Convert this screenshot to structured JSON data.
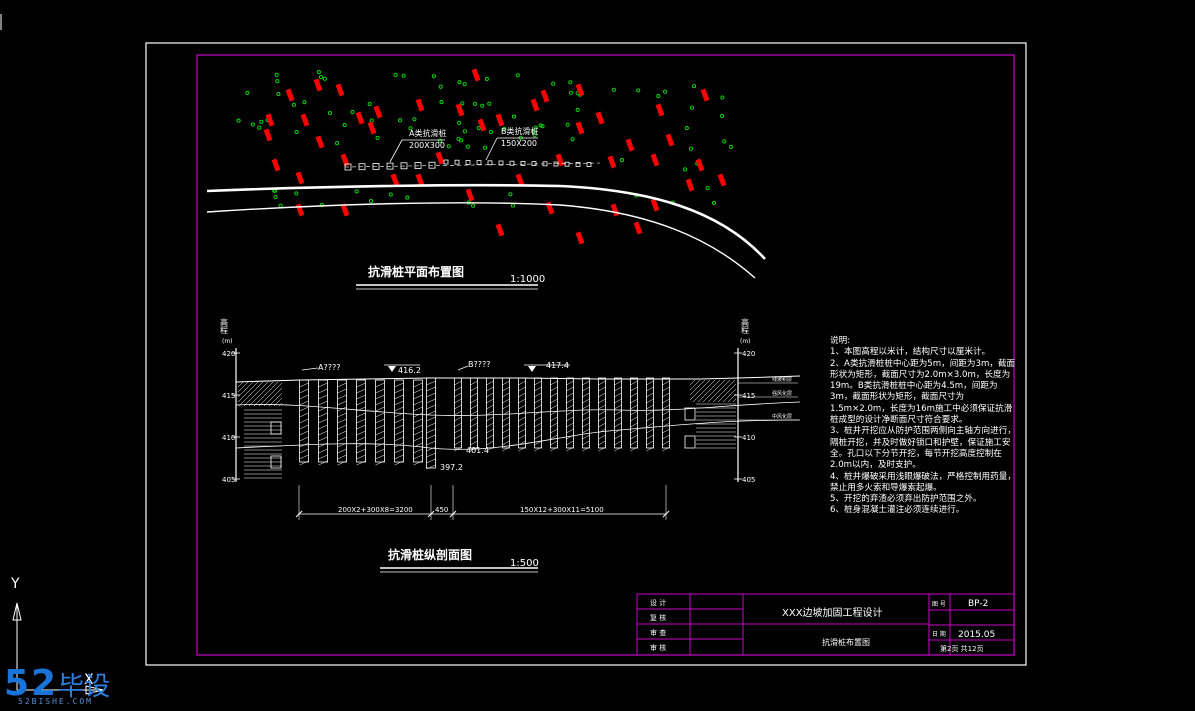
{
  "plan": {
    "title": "抗滑桩平面布置图",
    "scale": "1:1000",
    "pile_a_label": "A类抗滑桩",
    "pile_a_size": "200X300",
    "pile_b_label": "B类抗滑桩",
    "pile_b_size": "150X200"
  },
  "section": {
    "title": "抗滑桩纵剖面图",
    "scale": "1:500",
    "axis_title_left": "高程",
    "axis_title_right": "高程",
    "axis_unit": "(m)",
    "ticks": [
      "420",
      "415",
      "410",
      "405"
    ],
    "label_a": "A????",
    "label_b": "B????",
    "elev_1": "416.2",
    "elev_2": "417.4",
    "elev_3": "401.4",
    "elev_4": "397.2",
    "dim_left": "200X2+300X8=3200",
    "dim_mid": "450",
    "dim_right": "150X12+300X11=5100",
    "legend_1": "残坡积层",
    "legend_2": "强风化层",
    "legend_3": "中风化层"
  },
  "notes": {
    "heading": "说明:",
    "lines": [
      "1、本图高程以米计，结构尺寸以厘米计。",
      "2、A类抗滑桩桩中心距为5m，间距为3m，截面形状为矩形，截面尺寸为2.0m×3.0m，长度为19m。B类抗滑桩桩中心距为4.5m，间距为3m，截面形状为矩形，截面尺寸为1.5m×2.0m，长度为16m施工中必须保证抗滑桩成型的设计净断面尺寸符合要求。",
      "3、桩井开挖应从防护范围两侧向主轴方向进行，隔桩开挖，并及时做好锁口和护壁，保证施工安全。孔口以下分节开挖，每节开挖高度控制在2.0m以内，及时支护。",
      "4、桩井爆破采用浅眼爆破法，严格控制用药量，禁止用多火索和导爆索起爆。",
      "5、开挖的弃渣必须弃出防护范围之外。",
      "6、桩身混凝土灌注必须连续进行。"
    ]
  },
  "titleblock": {
    "left_labels": [
      "设 计",
      "复 核",
      "审 查",
      "审 核"
    ],
    "project": "XXX边坡加固工程设计",
    "drawing_name": "抗滑桩布置图",
    "no_label": "图 号",
    "no_value": "BP-2",
    "date_label": "日 期",
    "date_value": "2015.05",
    "sheet": "第2页  共12页"
  },
  "ucs": {
    "y_label": "Y",
    "x_label": "X"
  },
  "watermark": {
    "num": "52",
    "cn": "毕设",
    "sub": "52BISHE.COM"
  },
  "colors": {
    "frame": "#ffffff",
    "border": "#c800c8",
    "pile_plan": "#ff0000",
    "trees": "#00e000"
  }
}
